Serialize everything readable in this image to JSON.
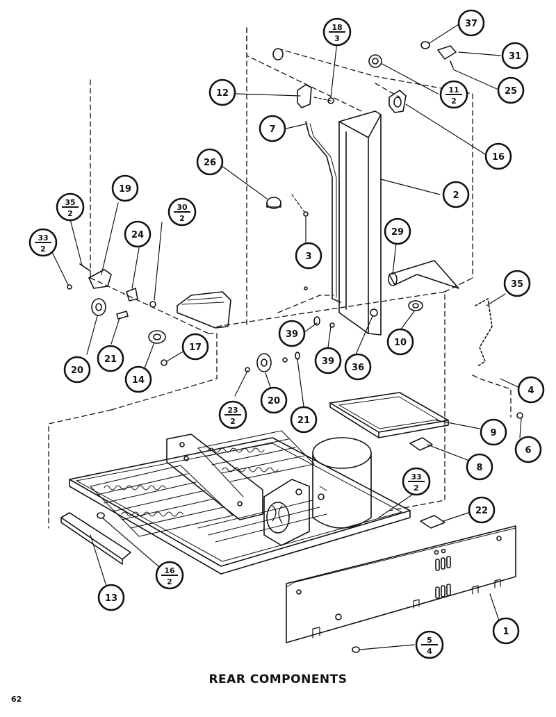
{
  "diagram": {
    "title": "REAR COMPONENTS",
    "page_number": "62",
    "callouts": [
      {
        "id": "c37",
        "text": "37"
      },
      {
        "id": "c31",
        "text": "31"
      },
      {
        "id": "c25",
        "text": "25"
      },
      {
        "id": "c16a",
        "text": "16"
      },
      {
        "id": "c12",
        "text": "12"
      },
      {
        "id": "c7",
        "text": "7"
      },
      {
        "id": "c2",
        "text": "2"
      },
      {
        "id": "c26",
        "text": "26"
      },
      {
        "id": "c3",
        "text": "3"
      },
      {
        "id": "c19",
        "text": "19"
      },
      {
        "id": "c24",
        "text": "24"
      },
      {
        "id": "c29",
        "text": "29"
      },
      {
        "id": "c35",
        "text": "35"
      },
      {
        "id": "c10",
        "text": "10"
      },
      {
        "id": "c39a",
        "text": "39"
      },
      {
        "id": "c39b",
        "text": "39"
      },
      {
        "id": "c36",
        "text": "36"
      },
      {
        "id": "c20a",
        "text": "20"
      },
      {
        "id": "c21a",
        "text": "21"
      },
      {
        "id": "c14",
        "text": "14"
      },
      {
        "id": "c17",
        "text": "17"
      },
      {
        "id": "c20b",
        "text": "20"
      },
      {
        "id": "c21b",
        "text": "21"
      },
      {
        "id": "c4",
        "text": "4"
      },
      {
        "id": "c9",
        "text": "9"
      },
      {
        "id": "c6",
        "text": "6"
      },
      {
        "id": "c8",
        "text": "8"
      },
      {
        "id": "c22",
        "text": "22"
      },
      {
        "id": "c13",
        "text": "13"
      },
      {
        "id": "c1",
        "text": "1"
      }
    ],
    "fraction_callouts": [
      {
        "id": "f18_3",
        "num": "18",
        "den": "3"
      },
      {
        "id": "f11_2",
        "num": "11",
        "den": "2"
      },
      {
        "id": "f35_2",
        "num": "35",
        "den": "2"
      },
      {
        "id": "f30_2",
        "num": "30",
        "den": "2"
      },
      {
        "id": "f33_2a",
        "num": "33",
        "den": "2"
      },
      {
        "id": "f23_2",
        "num": "23",
        "den": "2"
      },
      {
        "id": "f33_2b",
        "num": "33",
        "den": "2"
      },
      {
        "id": "f16_2",
        "num": "16",
        "den": "2"
      },
      {
        "id": "f5_4",
        "num": "5",
        "den": "4"
      }
    ]
  }
}
